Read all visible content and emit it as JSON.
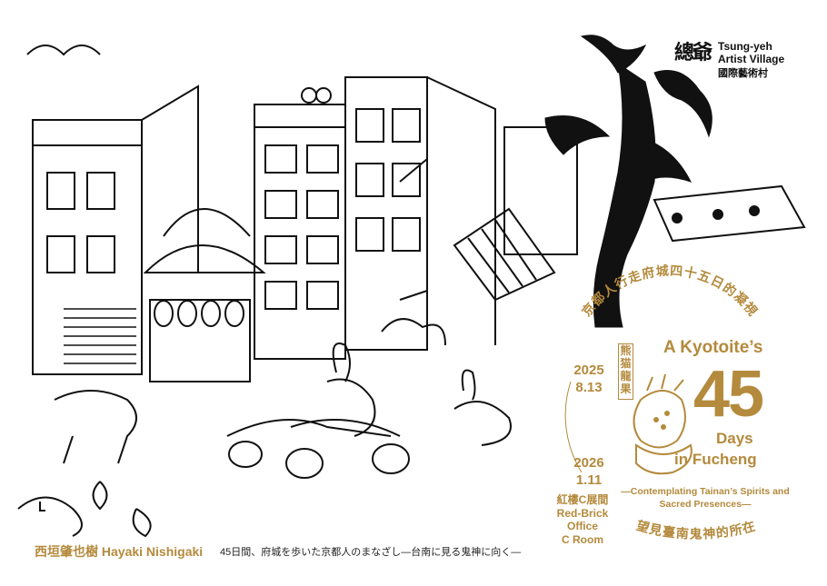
{
  "logo": {
    "mark": "總爺",
    "name_line1": "Tsung-yeh",
    "name_line2": "Artist Village",
    "name_zh": "國際藝術村"
  },
  "exhibition": {
    "title_zh_arc": "京都人行走府城四十五日的凝視",
    "subtitle_zh_arc": "望見臺南鬼神的所在",
    "seal_text": "熊猫龍果",
    "title_en_line1": "A Kyotoite’s",
    "title_en_number": "45",
    "title_en_line2": "Days",
    "title_en_line3": "in Fucheng",
    "subtitle_en_line1": "—Contemplating Tainan’s Spirits and",
    "subtitle_en_line2": "Sacred Presences—"
  },
  "dates": {
    "start_year": "2025",
    "start_day": "8.13",
    "end_year": "2026",
    "end_day": "1.11"
  },
  "venue": {
    "line1": "紅樓C展間",
    "line2": "Red-Brick",
    "line3": "Office",
    "line4": "C Room"
  },
  "artist": {
    "name": "西垣肇也樹  Hayaki Nishigaki"
  },
  "caption_ja": "45日間、府城を歩いた京都人のまなざし—台南に見る鬼神に向く—",
  "colors": {
    "accent": "#b48a3c",
    "ink": "#111111"
  }
}
